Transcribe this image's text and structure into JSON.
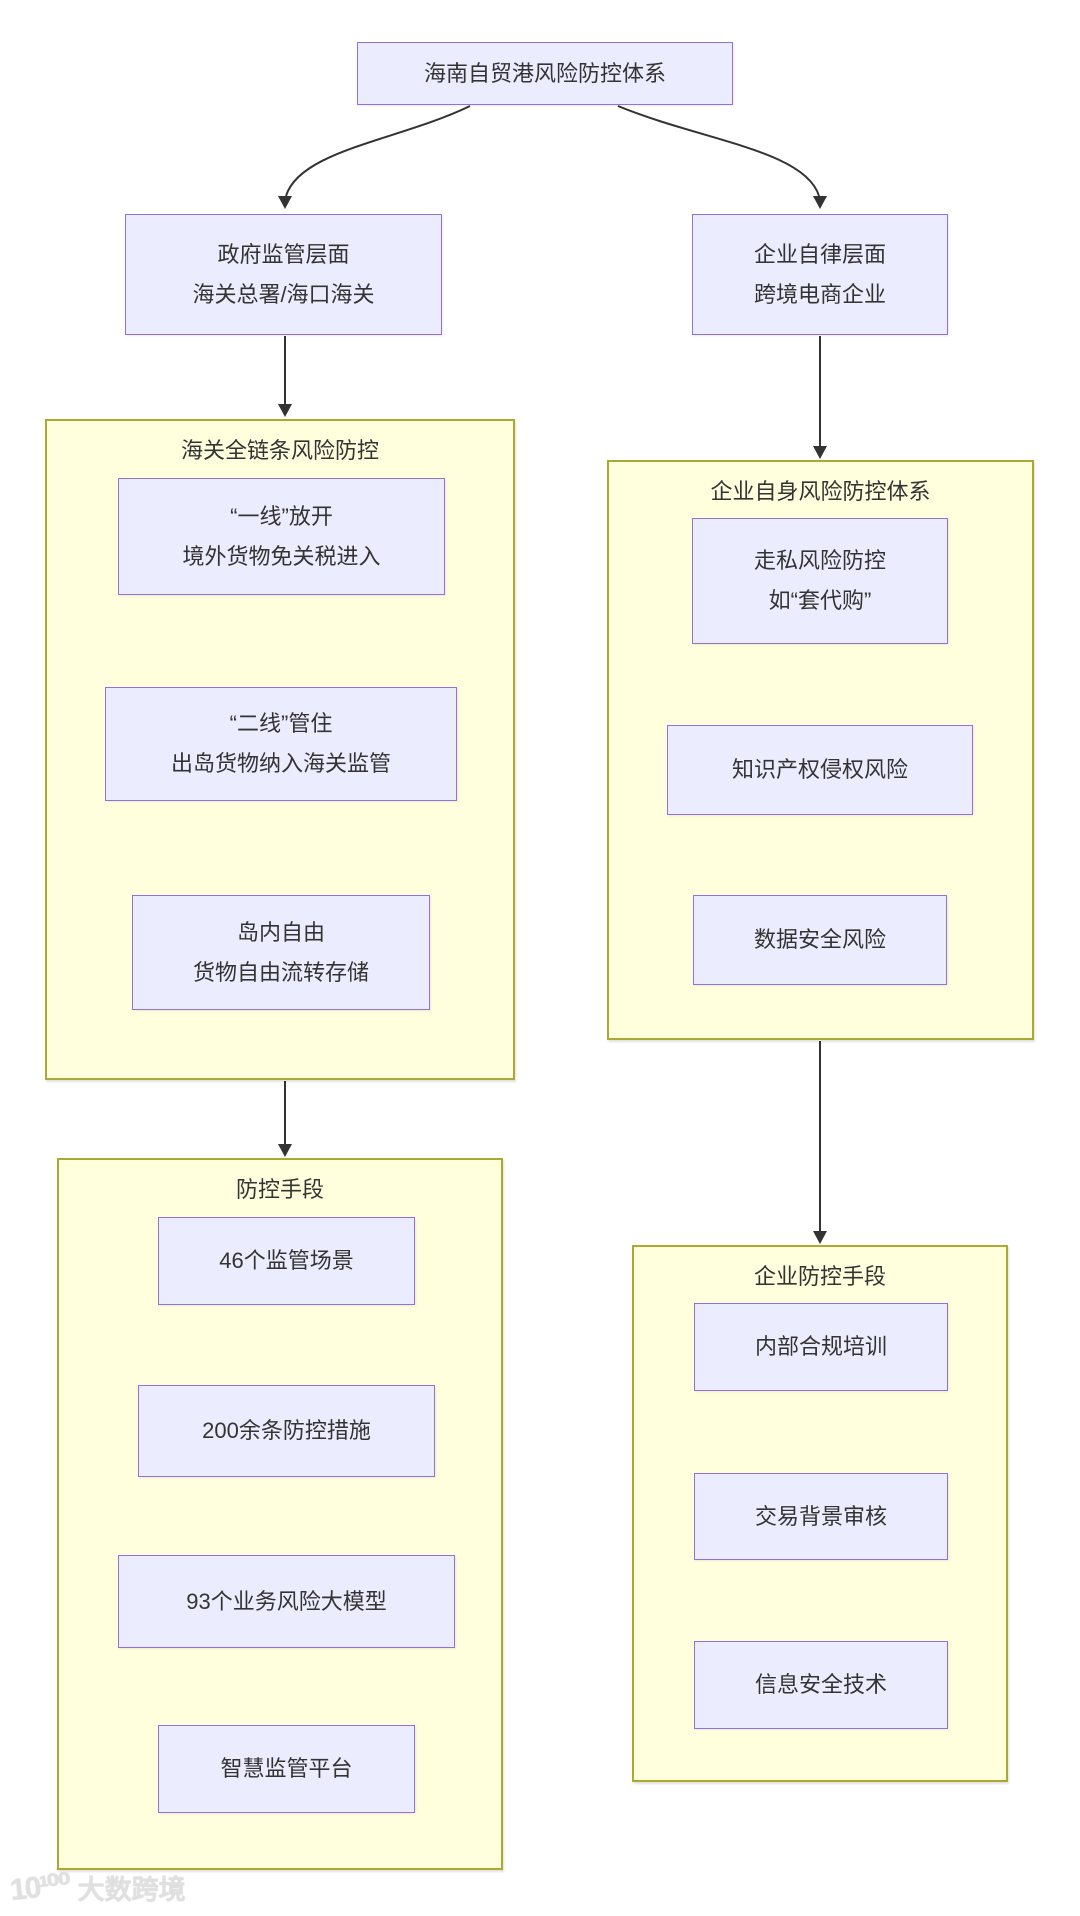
{
  "root": {
    "label": "海南自贸港风险防控体系"
  },
  "level2": {
    "gov": {
      "line1": "政府监管层面",
      "line2": "海关总署/海口海关"
    },
    "enterprise": {
      "line1": "企业自律层面",
      "line2": "跨境电商企业"
    }
  },
  "clusters": {
    "customs_chain": {
      "title": "海关全链条风险防控",
      "nodes": [
        {
          "line1": "“一线”放开",
          "line2": "境外货物免关税进入"
        },
        {
          "line1": "“二线”管住",
          "line2": "出岛货物纳入海关监管"
        },
        {
          "line1": "岛内自由",
          "line2": "货物自由流转存储"
        }
      ]
    },
    "enterprise_risk": {
      "title": "企业自身风险防控体系",
      "nodes": [
        {
          "line1": "走私风险防控",
          "line2": "如“套代购”"
        },
        {
          "line1": "知识产权侵权风险"
        },
        {
          "line1": "数据安全风险"
        }
      ]
    },
    "control_measures": {
      "title": "防控手段",
      "nodes": [
        {
          "line1": "46个监管场景"
        },
        {
          "line1": "200余条防控措施"
        },
        {
          "line1": "93个业务风险大模型"
        },
        {
          "line1": "智慧监管平台"
        }
      ]
    },
    "enterprise_measures": {
      "title": "企业防控手段",
      "nodes": [
        {
          "line1": "内部合规培训"
        },
        {
          "line1": "交易背景审核"
        },
        {
          "line1": "信息安全技术"
        }
      ]
    }
  },
  "watermark": {
    "logo": "10¹⁰⁰",
    "text": "大数跨境"
  },
  "colors": {
    "node_bg": "#ECECFF",
    "node_border": "#9370DB",
    "cluster_bg": "#FFFFDE",
    "cluster_border": "#AAAA33",
    "text": "#333333",
    "arrow": "#333333",
    "background": "#FFFFFF"
  }
}
